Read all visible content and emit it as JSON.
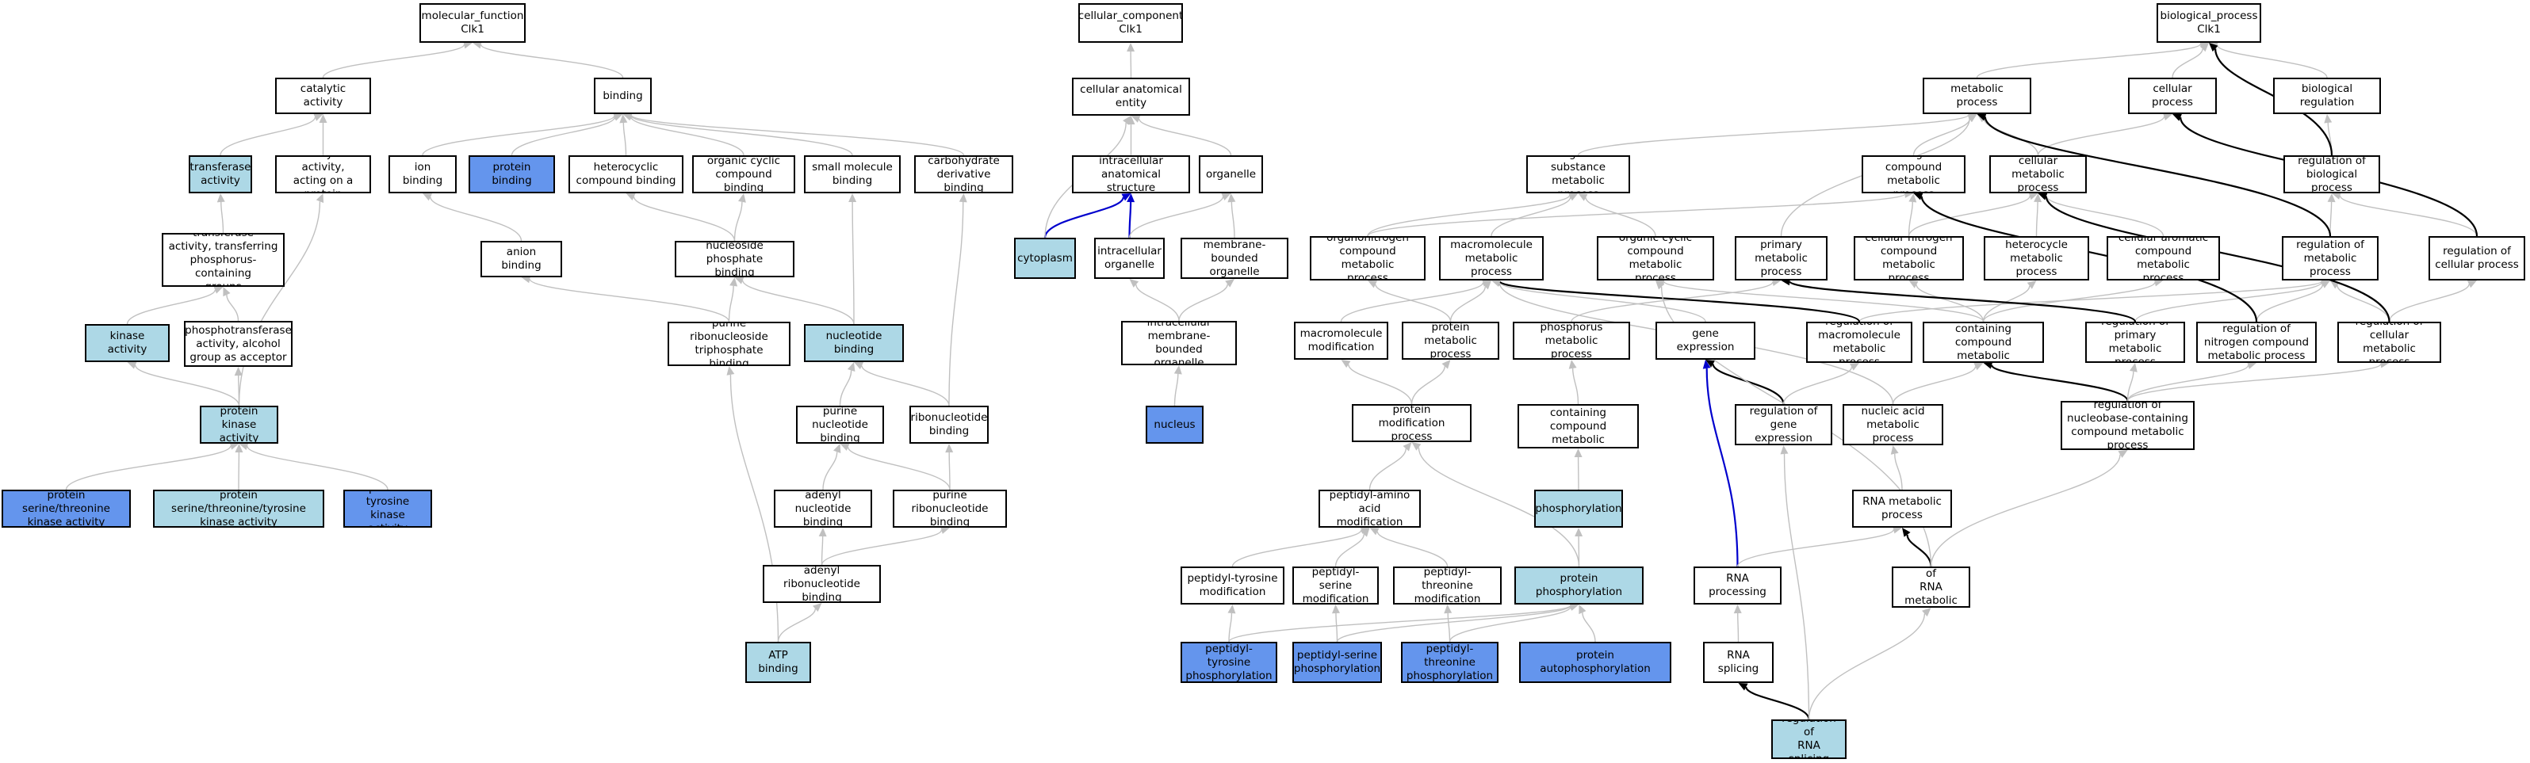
{
  "colors": {
    "default_fill": "#ffffff",
    "light_fill": "#add8e6",
    "strong_fill": "#6495ed",
    "edge_default": "#c0c0c0",
    "edge_black": "#000000",
    "edge_blue": "#0000cd"
  },
  "nodes": {
    "mf_root": {
      "label": "molecular_function\nClk1",
      "fill": "default"
    },
    "catalytic": {
      "label": "catalytic activity",
      "fill": "default"
    },
    "binding": {
      "label": "binding",
      "fill": "default"
    },
    "transferase": {
      "label": "transferase\nactivity",
      "fill": "light"
    },
    "cat_protein": {
      "label": "catalytic activity,\nacting on a\nprotein",
      "fill": "default"
    },
    "ion_binding": {
      "label": "ion binding",
      "fill": "default"
    },
    "protein_binding": {
      "label": "protein binding",
      "fill": "strong"
    },
    "hetero_binding": {
      "label": "heterocyclic\ncompound binding",
      "fill": "default"
    },
    "organic_binding": {
      "label": "organic cyclic\ncompound binding",
      "fill": "default"
    },
    "small_mol": {
      "label": "small molecule\nbinding",
      "fill": "default"
    },
    "carb_binding": {
      "label": "carbohydrate\nderivative binding",
      "fill": "default"
    },
    "transferase_p": {
      "label": "transferase\nactivity, transferring\nphosphorus-containing\ngroups",
      "fill": "default"
    },
    "anion_binding": {
      "label": "anion binding",
      "fill": "default"
    },
    "nucleoside_p": {
      "label": "nucleoside phosphate\nbinding",
      "fill": "default"
    },
    "kinase": {
      "label": "kinase activity",
      "fill": "light"
    },
    "phosphotrans": {
      "label": "phosphotransferase\nactivity, alcohol\ngroup as acceptor",
      "fill": "default"
    },
    "purine_rtp": {
      "label": "purine ribonucleoside\ntriphosphate\nbinding",
      "fill": "default"
    },
    "nucleotide": {
      "label": "nucleotide binding",
      "fill": "light"
    },
    "protein_kinase": {
      "label": "protein kinase\nactivity",
      "fill": "light"
    },
    "purine_nt": {
      "label": "purine nucleotide\nbinding",
      "fill": "default"
    },
    "ribonucleotide": {
      "label": "ribonucleotide\nbinding",
      "fill": "default"
    },
    "ps_thr": {
      "label": "protein serine/threonine\nkinase activity",
      "fill": "strong"
    },
    "ps_thr_tyr": {
      "label": "protein serine/threonine/tyrosine\nkinase activity",
      "fill": "light"
    },
    "p_tyr": {
      "label": "protein tyrosine\nkinase activity",
      "fill": "strong"
    },
    "adenyl_nt": {
      "label": "adenyl nucleotide\nbinding",
      "fill": "default"
    },
    "purine_rnt": {
      "label": "purine ribonucleotide\nbinding",
      "fill": "default"
    },
    "adenyl_rnt": {
      "label": "adenyl ribonucleotide\nbinding",
      "fill": "default"
    },
    "atp": {
      "label": "ATP binding",
      "fill": "light"
    },
    "cc_root": {
      "label": "cellular_component\nClk1",
      "fill": "default"
    },
    "cae": {
      "label": "cellular anatomical\nentity",
      "fill": "default"
    },
    "ias": {
      "label": "intracellular\nanatomical structure",
      "fill": "default"
    },
    "organelle": {
      "label": "organelle",
      "fill": "default"
    },
    "cytoplasm": {
      "label": "cytoplasm",
      "fill": "light"
    },
    "icorg": {
      "label": "intracellular\norganelle",
      "fill": "default"
    },
    "mbo": {
      "label": "membrane-bounded\norganelle",
      "fill": "default"
    },
    "imbo": {
      "label": "intracellular\nmembrane-bounded\norganelle",
      "fill": "default"
    },
    "nucleus": {
      "label": "nucleus",
      "fill": "strong"
    },
    "bp_root": {
      "label": "biological_process\nClk1",
      "fill": "default"
    },
    "metabolic": {
      "label": "metabolic process",
      "fill": "default"
    },
    "cellular_process": {
      "label": "cellular process",
      "fill": "default"
    },
    "bioreg": {
      "label": "biological regulation",
      "fill": "default"
    },
    "osmp": {
      "label": "organic substance\nmetabolic process",
      "fill": "default"
    },
    "ncmp": {
      "label": "nitrogen compound\nmetabolic process",
      "fill": "default"
    },
    "cmp": {
      "label": "cellular metabolic\nprocess",
      "fill": "default"
    },
    "rbp": {
      "label": "regulation of\nbiological process",
      "fill": "default"
    },
    "onmp": {
      "label": "organonitrogen\ncompound metabolic\nprocess",
      "fill": "default"
    },
    "macromp": {
      "label": "macromolecule\nmetabolic process",
      "fill": "default"
    },
    "occmp": {
      "label": "organic cyclic\ncompound metabolic\nprocess",
      "fill": "default"
    },
    "pmp": {
      "label": "primary metabolic\nprocess",
      "fill": "default"
    },
    "cncmp": {
      "label": "cellular nitrogen\ncompound metabolic\nprocess",
      "fill": "default"
    },
    "hmp": {
      "label": "heterocycle\nmetabolic process",
      "fill": "default"
    },
    "cacmp": {
      "label": "cellular aromatic\ncompound metabolic\nprocess",
      "fill": "default"
    },
    "rmp": {
      "label": "regulation of\nmetabolic process",
      "fill": "default"
    },
    "rcp": {
      "label": "regulation of\ncellular process",
      "fill": "default"
    },
    "macromod": {
      "label": "macromolecule\nmodification",
      "fill": "default"
    },
    "protmp": {
      "label": "protein metabolic\nprocess",
      "fill": "default"
    },
    "phosmp": {
      "label": "phosphorus metabolic\nprocess",
      "fill": "default"
    },
    "gene_expr": {
      "label": "gene expression",
      "fill": "default"
    },
    "rmacromp": {
      "label": "regulation of\nmacromolecule\nmetabolic process",
      "fill": "default"
    },
    "nbcmp": {
      "label": "nucleobase-containing\ncompound metabolic\nprocess",
      "fill": "default"
    },
    "rpmp": {
      "label": "regulation of\nprimary metabolic\nprocess",
      "fill": "default"
    },
    "rncmp": {
      "label": "regulation of\nnitrogen compound\nmetabolic process",
      "fill": "default"
    },
    "rcmp": {
      "label": "regulation of\ncellular metabolic\nprocess",
      "fill": "default"
    },
    "pmodp": {
      "label": "protein modification\nprocess",
      "fill": "default"
    },
    "pccmp": {
      "label": "phosphate-containing\ncompound metabolic\nprocess",
      "fill": "default"
    },
    "rge": {
      "label": "regulation of\ngene expression",
      "fill": "default"
    },
    "namp": {
      "label": "nucleic acid\nmetabolic process",
      "fill": "default"
    },
    "rnbcmp": {
      "label": "regulation of\nnucleobase-containing\ncompound metabolic\nprocess",
      "fill": "default"
    },
    "paam": {
      "label": "peptidyl-amino\nacid modification",
      "fill": "default"
    },
    "phosphorylation": {
      "label": "phosphorylation",
      "fill": "light"
    },
    "rnamp": {
      "label": "RNA metabolic\nprocess",
      "fill": "default"
    },
    "ptyrmod": {
      "label": "peptidyl-tyrosine\nmodification",
      "fill": "default"
    },
    "psermod": {
      "label": "peptidyl-serine\nmodification",
      "fill": "default"
    },
    "pthrmod": {
      "label": "peptidyl-threonine\nmodification",
      "fill": "default"
    },
    "protphos": {
      "label": "protein phosphorylation",
      "fill": "light"
    },
    "rnaproc": {
      "label": "RNA processing",
      "fill": "default"
    },
    "rrnamp": {
      "label": "regulation of\nRNA metabolic\nprocess",
      "fill": "default"
    },
    "ptyrphos": {
      "label": "peptidyl-tyrosine\nphosphorylation",
      "fill": "strong"
    },
    "pserphos": {
      "label": "peptidyl-serine\nphosphorylation",
      "fill": "strong"
    },
    "pthrphos": {
      "label": "peptidyl-threonine\nphosphorylation",
      "fill": "strong"
    },
    "autophos": {
      "label": "protein autophosphorylation",
      "fill": "strong"
    },
    "rnasplice": {
      "label": "RNA splicing",
      "fill": "default"
    },
    "rrnasplice": {
      "label": "regulation of\nRNA splicing",
      "fill": "light"
    }
  },
  "edges": [
    {
      "from": "catalytic",
      "to": "mf_root",
      "color": "default"
    },
    {
      "from": "binding",
      "to": "mf_root",
      "color": "default"
    },
    {
      "from": "transferase",
      "to": "catalytic",
      "color": "default"
    },
    {
      "from": "cat_protein",
      "to": "catalytic",
      "color": "default"
    },
    {
      "from": "ion_binding",
      "to": "binding",
      "color": "default"
    },
    {
      "from": "protein_binding",
      "to": "binding",
      "color": "default"
    },
    {
      "from": "hetero_binding",
      "to": "binding",
      "color": "default"
    },
    {
      "from": "organic_binding",
      "to": "binding",
      "color": "default"
    },
    {
      "from": "small_mol",
      "to": "binding",
      "color": "default"
    },
    {
      "from": "carb_binding",
      "to": "binding",
      "color": "default"
    },
    {
      "from": "transferase_p",
      "to": "transferase",
      "color": "default"
    },
    {
      "from": "anion_binding",
      "to": "ion_binding",
      "color": "default"
    },
    {
      "from": "nucleoside_p",
      "to": "organic_binding",
      "color": "default"
    },
    {
      "from": "nucleoside_p",
      "to": "hetero_binding",
      "color": "default"
    },
    {
      "from": "kinase",
      "to": "transferase_p",
      "color": "default"
    },
    {
      "from": "phosphotrans",
      "to": "transferase_p",
      "color": "default"
    },
    {
      "from": "purine_rtp",
      "to": "nucleoside_p",
      "color": "default"
    },
    {
      "from": "purine_rtp",
      "to": "anion_binding",
      "color": "default"
    },
    {
      "from": "nucleotide",
      "to": "nucleoside_p",
      "color": "default"
    },
    {
      "from": "nucleotide",
      "to": "small_mol",
      "color": "default"
    },
    {
      "from": "protein_kinase",
      "to": "kinase",
      "color": "default"
    },
    {
      "from": "protein_kinase",
      "to": "phosphotrans",
      "color": "default"
    },
    {
      "from": "protein_kinase",
      "to": "cat_protein",
      "color": "default"
    },
    {
      "from": "purine_nt",
      "to": "nucleotide",
      "color": "default"
    },
    {
      "from": "ribonucleotide",
      "to": "nucleotide",
      "color": "default"
    },
    {
      "from": "ribonucleotide",
      "to": "carb_binding",
      "color": "default"
    },
    {
      "from": "ps_thr",
      "to": "protein_kinase",
      "color": "default"
    },
    {
      "from": "ps_thr_tyr",
      "to": "protein_kinase",
      "color": "default"
    },
    {
      "from": "p_tyr",
      "to": "protein_kinase",
      "color": "default"
    },
    {
      "from": "adenyl_nt",
      "to": "purine_nt",
      "color": "default"
    },
    {
      "from": "purine_rnt",
      "to": "purine_nt",
      "color": "default"
    },
    {
      "from": "purine_rnt",
      "to": "ribonucleotide",
      "color": "default"
    },
    {
      "from": "adenyl_rnt",
      "to": "adenyl_nt",
      "color": "default"
    },
    {
      "from": "adenyl_rnt",
      "to": "purine_rnt",
      "color": "default"
    },
    {
      "from": "atp",
      "to": "adenyl_rnt",
      "color": "default"
    },
    {
      "from": "atp",
      "to": "purine_rtp",
      "color": "default"
    },
    {
      "from": "cae",
      "to": "cc_root",
      "color": "default"
    },
    {
      "from": "ias",
      "to": "cae",
      "color": "default"
    },
    {
      "from": "organelle",
      "to": "cae",
      "color": "default"
    },
    {
      "from": "cytoplasm",
      "to": "ias",
      "color": "blue"
    },
    {
      "from": "cytoplasm",
      "to": "cae",
      "color": "default"
    },
    {
      "from": "icorg",
      "to": "ias",
      "color": "blue"
    },
    {
      "from": "icorg",
      "to": "organelle",
      "color": "default"
    },
    {
      "from": "mbo",
      "to": "organelle",
      "color": "default"
    },
    {
      "from": "imbo",
      "to": "icorg",
      "color": "default"
    },
    {
      "from": "imbo",
      "to": "mbo",
      "color": "default"
    },
    {
      "from": "nucleus",
      "to": "imbo",
      "color": "default"
    },
    {
      "from": "metabolic",
      "to": "bp_root",
      "color": "default"
    },
    {
      "from": "cellular_process",
      "to": "bp_root",
      "color": "default"
    },
    {
      "from": "bioreg",
      "to": "bp_root",
      "color": "default"
    },
    {
      "from": "osmp",
      "to": "metabolic",
      "color": "default"
    },
    {
      "from": "ncmp",
      "to": "metabolic",
      "color": "default"
    },
    {
      "from": "cmp",
      "to": "metabolic",
      "color": "default"
    },
    {
      "from": "cmp",
      "to": "cellular_process",
      "color": "default"
    },
    {
      "from": "rbp",
      "to": "bioreg",
      "color": "default"
    },
    {
      "from": "rbp",
      "to": "bp_root",
      "color": "black"
    },
    {
      "from": "onmp",
      "to": "osmp",
      "color": "default"
    },
    {
      "from": "onmp",
      "to": "ncmp",
      "color": "default"
    },
    {
      "from": "macromp",
      "to": "osmp",
      "color": "default"
    },
    {
      "from": "occmp",
      "to": "osmp",
      "color": "default"
    },
    {
      "from": "pmp",
      "to": "metabolic",
      "color": "default"
    },
    {
      "from": "cncmp",
      "to": "ncmp",
      "color": "default"
    },
    {
      "from": "cncmp",
      "to": "cmp",
      "color": "default"
    },
    {
      "from": "hmp",
      "to": "cmp",
      "color": "default"
    },
    {
      "from": "cacmp",
      "to": "cmp",
      "color": "default"
    },
    {
      "from": "rmp",
      "to": "rbp",
      "color": "default"
    },
    {
      "from": "rmp",
      "to": "metabolic",
      "color": "black"
    },
    {
      "from": "rcp",
      "to": "rbp",
      "color": "default"
    },
    {
      "from": "rcp",
      "to": "cellular_process",
      "color": "black"
    },
    {
      "from": "macromod",
      "to": "macromp",
      "color": "default"
    },
    {
      "from": "protmp",
      "to": "macromp",
      "color": "default"
    },
    {
      "from": "protmp",
      "to": "onmp",
      "color": "default"
    },
    {
      "from": "phosmp",
      "to": "pmp",
      "color": "default"
    },
    {
      "from": "gene_expr",
      "to": "macromp",
      "color": "default"
    },
    {
      "from": "rmacromp",
      "to": "rmp",
      "color": "default"
    },
    {
      "from": "rmacromp",
      "to": "macromp",
      "color": "black"
    },
    {
      "from": "nbcmp",
      "to": "occmp",
      "color": "default"
    },
    {
      "from": "nbcmp",
      "to": "hmp",
      "color": "default"
    },
    {
      "from": "nbcmp",
      "to": "cacmp",
      "color": "default"
    },
    {
      "from": "nbcmp",
      "to": "cncmp",
      "color": "default"
    },
    {
      "from": "rpmp",
      "to": "rmp",
      "color": "default"
    },
    {
      "from": "rpmp",
      "to": "pmp",
      "color": "black"
    },
    {
      "from": "rncmp",
      "to": "rmp",
      "color": "default"
    },
    {
      "from": "rncmp",
      "to": "ncmp",
      "color": "black"
    },
    {
      "from": "rcmp",
      "to": "rmp",
      "color": "default"
    },
    {
      "from": "rcmp",
      "to": "rcp",
      "color": "default"
    },
    {
      "from": "rcmp",
      "to": "cmp",
      "color": "black"
    },
    {
      "from": "pmodp",
      "to": "macromod",
      "color": "default"
    },
    {
      "from": "pmodp",
      "to": "protmp",
      "color": "default"
    },
    {
      "from": "pccmp",
      "to": "phosmp",
      "color": "default"
    },
    {
      "from": "rge",
      "to": "gene_expr",
      "color": "black"
    },
    {
      "from": "rge",
      "to": "rmacromp",
      "color": "default"
    },
    {
      "from": "namp",
      "to": "nbcmp",
      "color": "default"
    },
    {
      "from": "namp",
      "to": "macromp",
      "color": "default"
    },
    {
      "from": "rnbcmp",
      "to": "nbcmp",
      "color": "black"
    },
    {
      "from": "rnbcmp",
      "to": "rpmp",
      "color": "default"
    },
    {
      "from": "rnbcmp",
      "to": "rncmp",
      "color": "default"
    },
    {
      "from": "rnbcmp",
      "to": "rcmp",
      "color": "default"
    },
    {
      "from": "paam",
      "to": "pmodp",
      "color": "default"
    },
    {
      "from": "phosphorylation",
      "to": "pccmp",
      "color": "default"
    },
    {
      "from": "rnamp",
      "to": "namp",
      "color": "default"
    },
    {
      "from": "ptyrmod",
      "to": "paam",
      "color": "default"
    },
    {
      "from": "psermod",
      "to": "paam",
      "color": "default"
    },
    {
      "from": "pthrmod",
      "to": "paam",
      "color": "default"
    },
    {
      "from": "protphos",
      "to": "phosphorylation",
      "color": "default"
    },
    {
      "from": "protphos",
      "to": "pmodp",
      "color": "default"
    },
    {
      "from": "rnaproc",
      "to": "gene_expr",
      "color": "blue"
    },
    {
      "from": "rnaproc",
      "to": "rnamp",
      "color": "default"
    },
    {
      "from": "rrnamp",
      "to": "rnamp",
      "color": "black"
    },
    {
      "from": "rrnamp",
      "to": "rnbcmp",
      "color": "default"
    },
    {
      "from": "rrnamp",
      "to": "occmp",
      "color": "default"
    },
    {
      "from": "ptyrphos",
      "to": "ptyrmod",
      "color": "default"
    },
    {
      "from": "ptyrphos",
      "to": "protphos",
      "color": "default"
    },
    {
      "from": "pserphos",
      "to": "psermod",
      "color": "default"
    },
    {
      "from": "pserphos",
      "to": "protphos",
      "color": "default"
    },
    {
      "from": "pthrphos",
      "to": "pthrmod",
      "color": "default"
    },
    {
      "from": "pthrphos",
      "to": "protphos",
      "color": "default"
    },
    {
      "from": "autophos",
      "to": "protphos",
      "color": "default"
    },
    {
      "from": "rnasplice",
      "to": "rnaproc",
      "color": "default"
    },
    {
      "from": "rrnasplice",
      "to": "rnasplice",
      "color": "black"
    },
    {
      "from": "rrnasplice",
      "to": "rrnamp",
      "color": "default"
    },
    {
      "from": "rrnasplice",
      "to": "rge",
      "color": "default"
    }
  ]
}
